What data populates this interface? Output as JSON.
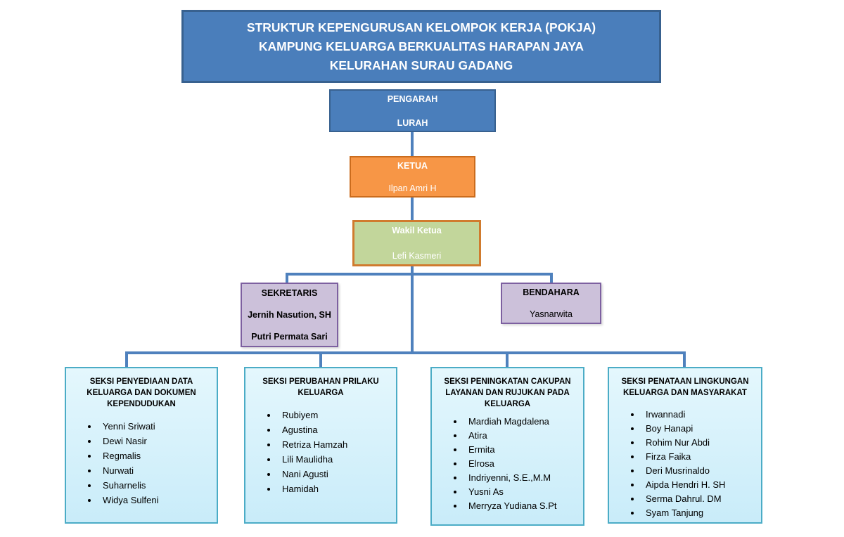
{
  "palette": {
    "blue_fill": "#4a7ebb",
    "blue_border": "#38618f",
    "orange_fill": "#f79646",
    "orange_border": "#cb6c1d",
    "green_fill": "#c2d69b",
    "green_border": "#d07b2e",
    "purple_fill": "#ccc1da",
    "purple_border": "#7d60a0",
    "cyan_fill": "#d2f0fa",
    "cyan_border": "#4bacc6",
    "connector": "#4f81bd"
  },
  "title": {
    "lines": [
      "STRUKTUR KEPENGURUSAN KELOMPOK KERJA (POKJA)",
      "KAMPUNG KELUARGA BERKUALITAS HARAPAN JAYA",
      "KELURAHAN SURAU GADANG"
    ]
  },
  "pengarah": {
    "role": "PENGARAH",
    "name": "LURAH"
  },
  "ketua": {
    "role": "KETUA",
    "name": "Ilpan Amri H"
  },
  "wakil_ketua": {
    "role": "Wakil Ketua",
    "name": "Lefi Kasmeri"
  },
  "sekretaris": {
    "role": "SEKRETARIS",
    "name1": "Jernih Nasution, SH",
    "name2": "Putri Permata Sari"
  },
  "bendahara": {
    "role": "BENDAHARA",
    "name": "Yasnarwita"
  },
  "sections": [
    {
      "title": "SEKSI PENYEDIAAN DATA KELUARGA DAN DOKUMEN KEPENDUDUKAN",
      "members": [
        "Yenni Sriwati",
        "Dewi Nasir",
        "Regmalis",
        "Nurwati",
        "Suharnelis",
        "Widya Sulfeni"
      ]
    },
    {
      "title": "SEKSI PERUBAHAN PRILAKU KELUARGA",
      "members": [
        "Rubiyem",
        "Agustina",
        "Retriza Hamzah",
        "Lili Maulidha",
        "Nani Agusti",
        "Hamidah"
      ]
    },
    {
      "title": "SEKSI PENINGKATAN CAKUPAN LAYANAN DAN RUJUKAN PADA KELUARGA",
      "members": [
        "Mardiah Magdalena",
        "Atira",
        "Ermita",
        "Elrosa",
        "Indriyenni, S.E.,M.M",
        "Yusni As",
        "Merryza Yudiana S.Pt"
      ]
    },
    {
      "title": "SEKSI PENATAAN LINGKUNGAN KELUARGA DAN MASYARAKAT",
      "members": [
        "Irwannadi",
        "Boy Hanapi",
        "Rohim Nur Abdi",
        "Firza Faika",
        "Deri Musrinaldo",
        "Aipda Hendri H. SH",
        "Serma Dahrul. DM",
        "Syam Tanjung"
      ]
    }
  ]
}
